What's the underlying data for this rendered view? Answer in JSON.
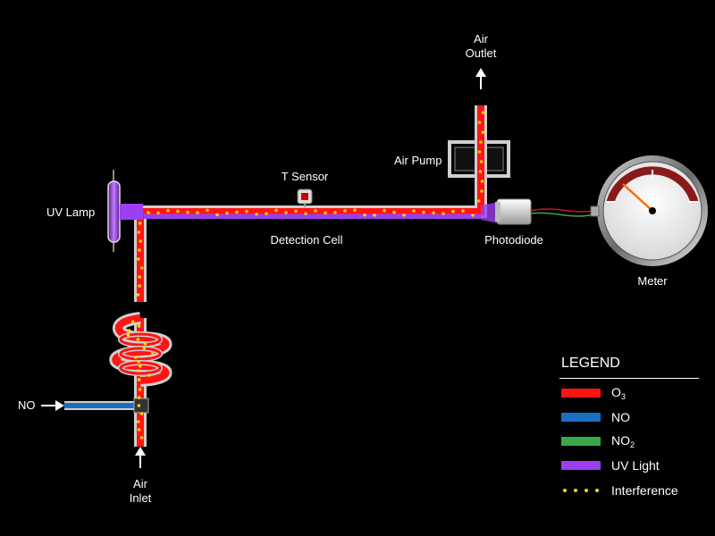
{
  "labels": {
    "air_outlet_1": "Air",
    "air_outlet_2": "Outlet",
    "air_pump": "Air Pump",
    "t_sensor": "T Sensor",
    "uv_lamp": "UV Lamp",
    "detection_cell": "Detection Cell",
    "photodiode": "Photodiode",
    "meter": "Meter",
    "no_inlet": "NO",
    "air_inlet_1": "Air",
    "air_inlet_2": "Inlet"
  },
  "legend": {
    "title": "LEGEND",
    "o3_base": "O",
    "o3_sub": "3",
    "no": "NO",
    "no2_base": "NO",
    "no2_sub": "2",
    "uv_light": "UV Light",
    "interference": "Interference"
  },
  "colors": {
    "o3": "#ff1414",
    "no": "#1a6fc0",
    "no2": "#3aa84a",
    "uv_light": "#9b3ff0",
    "interference": "#ffd400"
  }
}
